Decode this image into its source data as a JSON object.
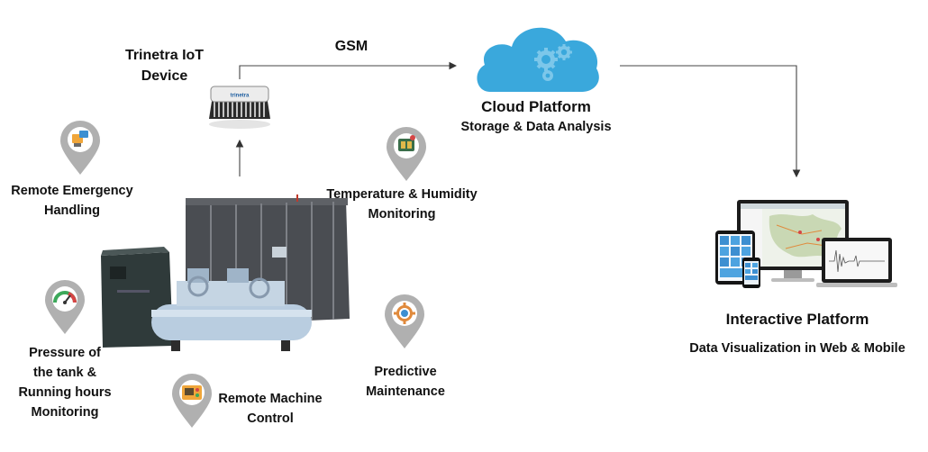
{
  "iot_device": {
    "label_line1": "Trinetra IoT",
    "label_line2": "Device",
    "chip_brand": "trinetra"
  },
  "link": {
    "label": "GSM"
  },
  "cloud": {
    "title": "Cloud Platform",
    "subtitle": "Storage & Data Analysis",
    "color": "#3aa8dc"
  },
  "platform": {
    "title": "Interactive Platform",
    "subtitle": "Data Visualization in Web & Mobile"
  },
  "features": {
    "emergency": {
      "line1": "Remote Emergency",
      "line2": "Handling",
      "icon": "emergency-handling-icon"
    },
    "temperature": {
      "line1": "Temperature & Humidity",
      "line2": "Monitoring",
      "icon": "thermometer-icon"
    },
    "pressure": {
      "line1": "Pressure of",
      "line2": "the tank &",
      "line3": "Running hours",
      "line4": "Monitoring",
      "icon": "pressure-gauge-icon"
    },
    "predictive": {
      "line1": "Predictive",
      "line2": "Maintenance",
      "icon": "maintenance-gear-icon"
    },
    "remote_control": {
      "line1": "Remote Machine",
      "line2": "Control",
      "icon": "control-panel-icon"
    }
  },
  "colors": {
    "pin": "#b0b0b0",
    "arrow": "#333333",
    "cloud": "#3aa8dc"
  }
}
